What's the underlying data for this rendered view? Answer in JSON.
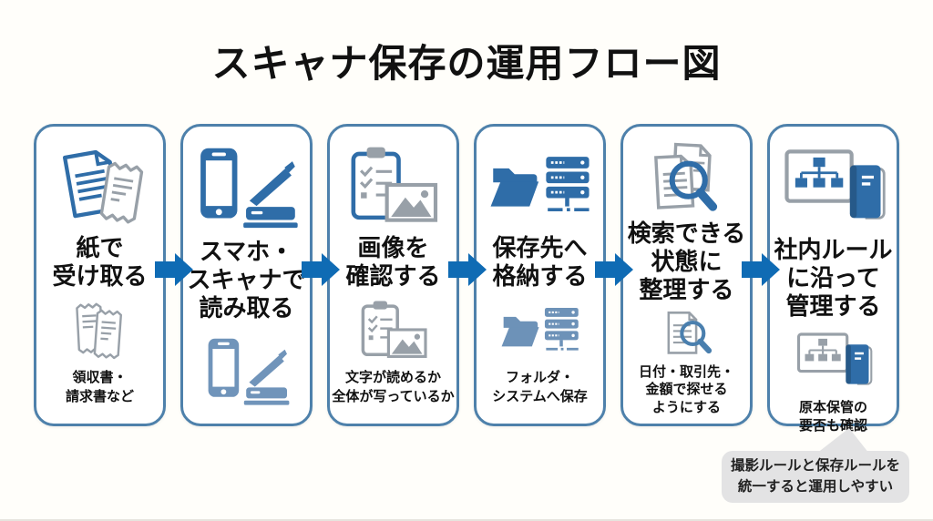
{
  "title": "スキャナ保存の運用フロー図",
  "steps": [
    {
      "name": "receive-paper",
      "icon": "paper-documents-icon",
      "label_lines": [
        "紙で",
        "受け取る"
      ],
      "sub_lines": [
        "領収書・",
        "請求書など"
      ]
    },
    {
      "name": "scan",
      "icon": "smartphone-scanner-icon",
      "label_lines": [
        "スマホ・",
        "スキャナで",
        "読み取る"
      ],
      "sub_lines": []
    },
    {
      "name": "check-image",
      "icon": "clipboard-image-icon",
      "label_lines": [
        "画像を",
        "確認する"
      ],
      "sub_lines": [
        "文字が読めるか",
        "全体が写っているか"
      ]
    },
    {
      "name": "store",
      "icon": "folder-server-icon",
      "label_lines": [
        "保存先へ",
        "格納する"
      ],
      "sub_lines": [
        "フォルダ・",
        "システムへ保存"
      ]
    },
    {
      "name": "organize-searchable",
      "icon": "document-search-icon",
      "label_lines": [
        "検索できる",
        "状態に",
        "整理する"
      ],
      "sub_lines": [
        "日付・取引先・",
        "金額で探せる",
        "ようにする"
      ]
    },
    {
      "name": "manage-by-rules",
      "icon": "orgchart-book-icon",
      "label_lines": [
        "社内ルール",
        "に沿って",
        "管理する"
      ],
      "sub_lines": [
        "原本保管の",
        "要否も確認"
      ]
    }
  ],
  "callout": {
    "lines": [
      "撮影ルールと保存ルールを",
      "統一すると運用しやすい"
    ]
  },
  "colors": {
    "background": "#fffefa",
    "card_border": "#4e81ab",
    "arrow": "#0f6bb4",
    "icon_blue": "#2f6da8",
    "icon_blue_light": "#7094ba",
    "icon_grey": "#98a0a8",
    "callout_bg": "#e3e3e4",
    "text": "#111111"
  }
}
